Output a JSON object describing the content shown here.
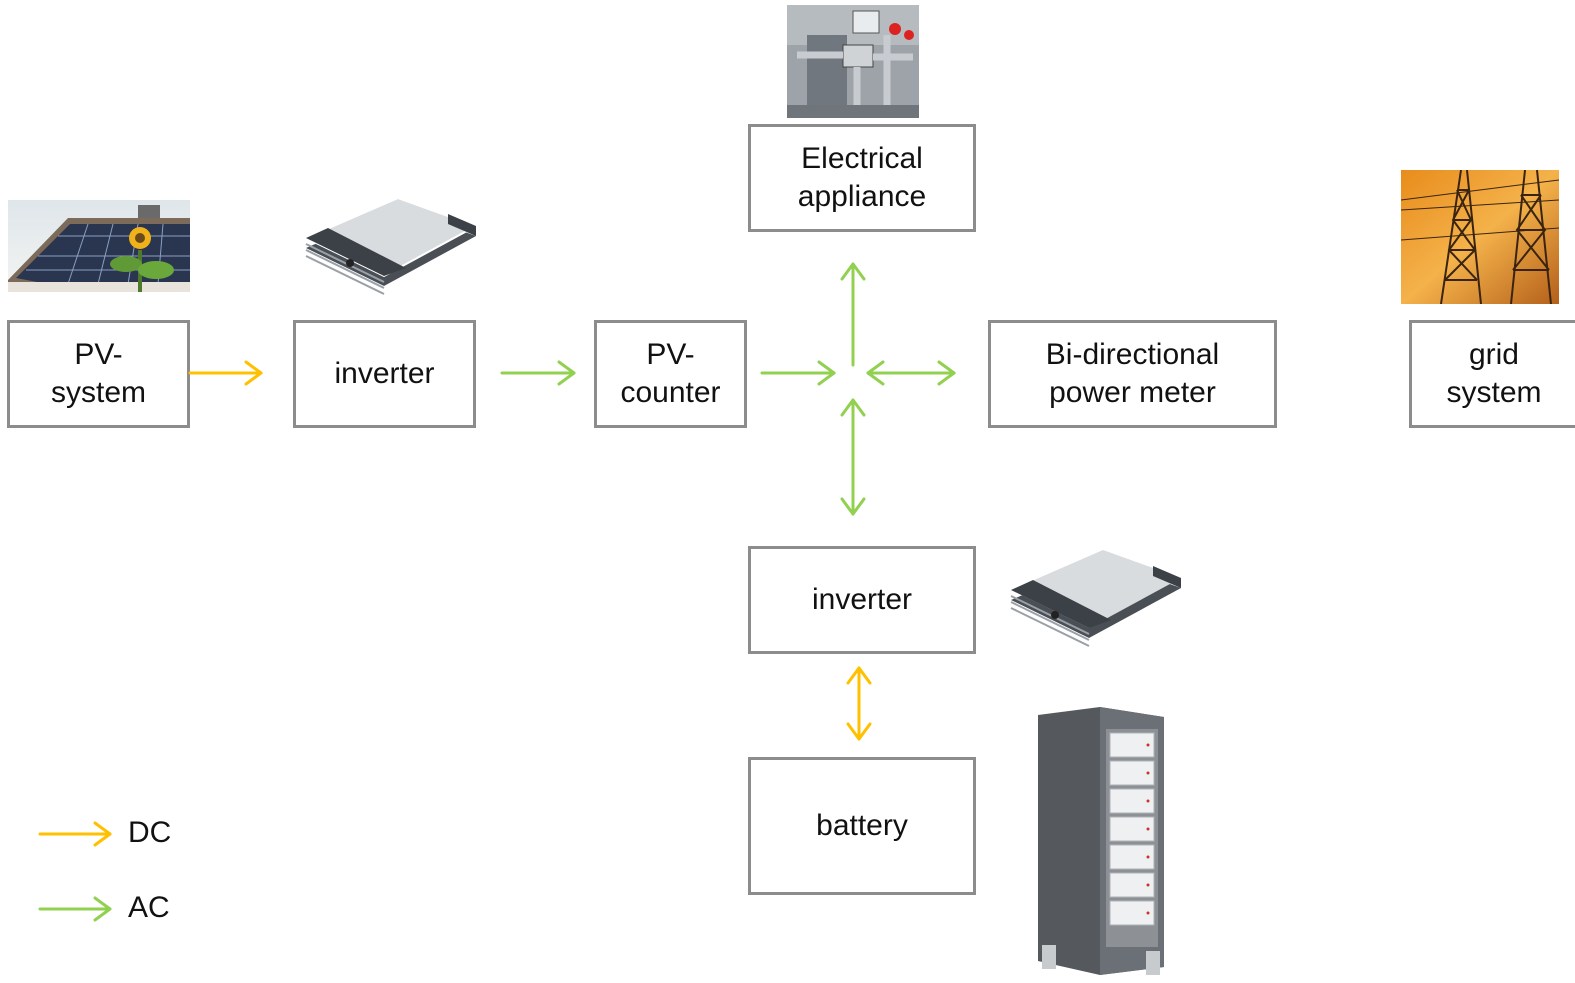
{
  "colors": {
    "dc": "#FFC000",
    "ac": "#92D050",
    "box_border": "#8c8c8c"
  },
  "nodes": {
    "pv_system": "PV-\nsystem",
    "inverter_pv": "inverter",
    "pv_counter": "PV-\ncounter",
    "electrical_appliance": "Electrical\nappliance",
    "bidirectional_meter": "Bi-directional\npower meter",
    "grid_system": "grid\nsystem",
    "inverter_battery": "inverter",
    "battery": "battery"
  },
  "edges": [
    {
      "from": "pv_system",
      "to": "inverter_pv",
      "type": "DC",
      "direction": "forward"
    },
    {
      "from": "inverter_pv",
      "to": "pv_counter",
      "type": "AC",
      "direction": "forward"
    },
    {
      "from": "pv_counter",
      "to": "junction",
      "type": "AC",
      "direction": "forward"
    },
    {
      "from": "junction",
      "to": "electrical_appliance",
      "type": "AC",
      "direction": "forward"
    },
    {
      "from": "junction",
      "to": "bidirectional_meter",
      "type": "AC",
      "direction": "both"
    },
    {
      "from": "junction",
      "to": "inverter_battery",
      "type": "AC",
      "direction": "both"
    },
    {
      "from": "inverter_battery",
      "to": "battery",
      "type": "DC",
      "direction": "both"
    }
  ],
  "pictures": {
    "pv": "solar-house-photo",
    "inverter_top": "inverter-device-photo",
    "appliance": "heating-appliance-photo",
    "grid": "power-pylon-photo",
    "inverter_bottom": "inverter-device-photo",
    "battery": "battery-rack-photo"
  },
  "legend": [
    {
      "label": "DC",
      "color": "#FFC000"
    },
    {
      "label": "AC",
      "color": "#92D050"
    }
  ]
}
